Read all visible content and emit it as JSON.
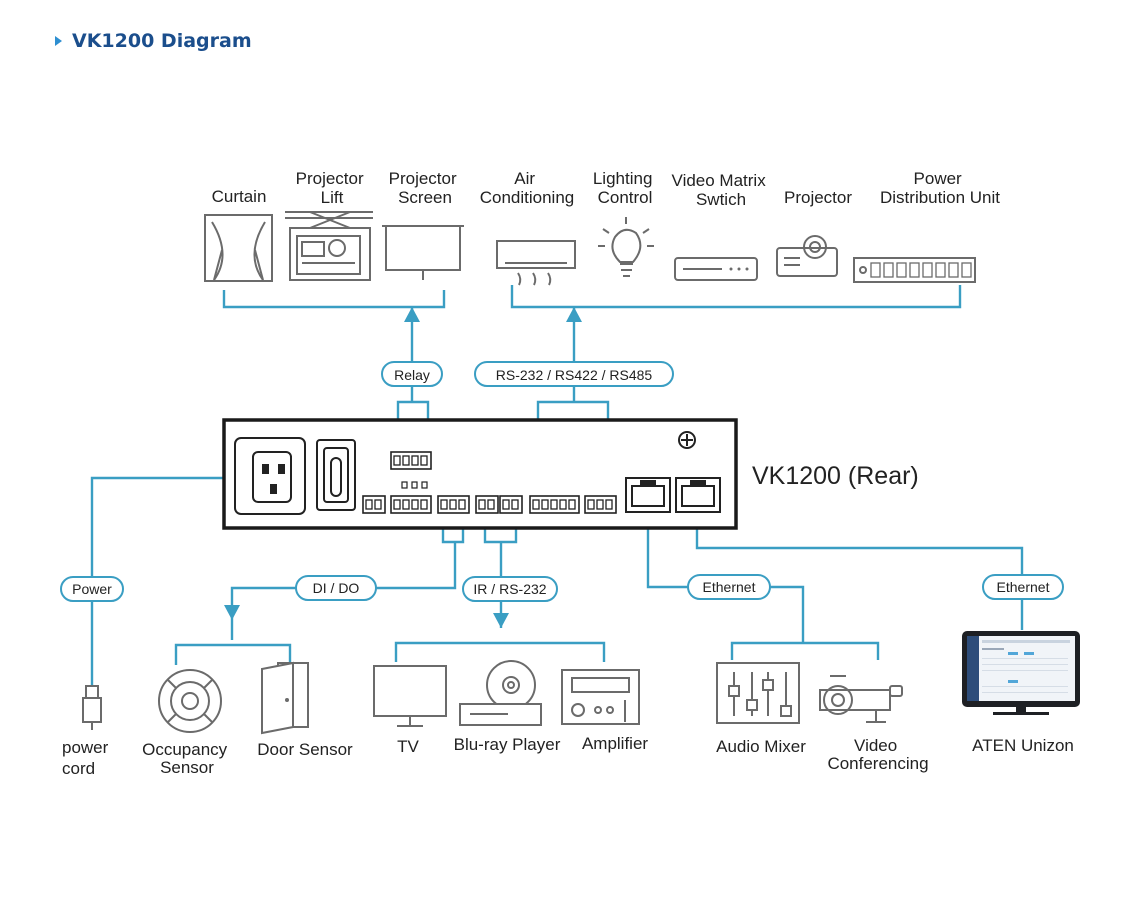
{
  "header": {
    "title": "VK1200 Diagram"
  },
  "device": {
    "label": "VK1200 (Rear)"
  },
  "top_devices": {
    "curtain": [
      "Curtain"
    ],
    "projector_lift": [
      "Projector",
      "Lift"
    ],
    "projector_screen": [
      "Projector",
      "Screen"
    ],
    "air_conditioning": [
      "Air",
      "Conditioning"
    ],
    "lighting_control": [
      "Lighting",
      "Control"
    ],
    "video_matrix": [
      "Video Matrix",
      "Swtich"
    ],
    "projector": [
      "Projector"
    ],
    "pdu": [
      "Power",
      "Distribution Unit"
    ]
  },
  "connections": {
    "relay": "Relay",
    "serial": "RS-232 / RS422 / RS485",
    "power": "Power",
    "dido": "DI / DO",
    "ir": "IR / RS-232",
    "ethernet_1": "Ethernet",
    "ethernet_2": "Ethernet"
  },
  "bottom_devices": {
    "power_cord": [
      "power",
      "cord"
    ],
    "occupancy_sensor": [
      "Occupancy",
      "Sensor"
    ],
    "door_sensor": [
      "Door Sensor"
    ],
    "tv": [
      "TV"
    ],
    "bluray": [
      "Blu-ray Player"
    ],
    "amplifier": [
      "Amplifier"
    ],
    "audio_mixer": [
      "Audio Mixer"
    ],
    "video_conferencing": [
      "Video",
      "Conferencing"
    ],
    "aten_unizon": [
      "ATEN Unizon"
    ]
  },
  "colors": {
    "wire": "#3a9ec3",
    "title": "#1b4e8c",
    "accent": "#2e8fd1",
    "icon": "#6b6b6b"
  }
}
